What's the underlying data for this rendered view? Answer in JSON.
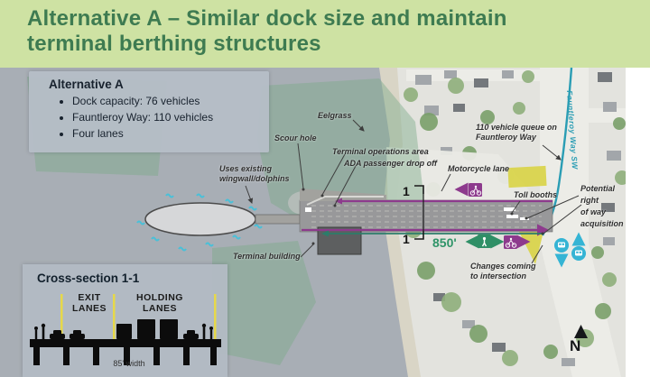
{
  "slide": {
    "title_line1": "Alternative A – Similar dock size and maintain",
    "title_line2": "terminal berthing structures"
  },
  "info_box": {
    "title": "Alternative A",
    "bullets": [
      "Dock capacity: 76 vehicles",
      "Fauntleroy Way: 110 vehicles",
      "Four lanes"
    ]
  },
  "map_labels": {
    "eelgrass": "Eelgrass",
    "scour_hole": "Scour hole",
    "terminal_operations": "Terminal operations area",
    "ada_dropoff": "ADA passenger drop off",
    "motorcycle_lane": "Motorcycle lane",
    "wingwall_1": "Uses existing",
    "wingwall_2": "wingwall/dolphins",
    "terminal_building": "Terminal building",
    "queue_1": "110 vehicle queue on",
    "queue_2": "Fauntleroy Way",
    "toll_booths": "Toll booths",
    "row_1": "Potential",
    "row_2": "right",
    "row_3": "of way",
    "row_4": "acquisition",
    "changes_1": "Changes coming",
    "changes_2": "to intersection",
    "dock_length": "850'",
    "street_name": "Fauntleroy Way SW",
    "section_marker_top": "1",
    "section_marker_bottom": "1",
    "compass_n": "N"
  },
  "cross_section": {
    "title": "Cross-section 1-1",
    "exit_1": "EXIT",
    "exit_2": "LANES",
    "holding_1": "HOLDING",
    "holding_2": "LANES",
    "width": "85' width"
  },
  "icons": {
    "pedestrian": "pedestrian-icon",
    "bicycle": "bicycle-icon",
    "motorcycle": "motorcycle-icon",
    "transit_bus": "bus-icon",
    "north_arrow": "north-arrow-icon",
    "dolphin_marks": "dolphin-marker-icon"
  },
  "colors": {
    "header_bg": "#cee2a3",
    "header_text": "#3e7b51",
    "water": "#a8aeb5",
    "land": "#e3e3de",
    "eelgrass": "#7dab8a",
    "queue_yellow": "#d8d23c",
    "accent_purple": "#8d3a8d",
    "accent_green": "#2f8f66",
    "street_teal": "#2a9db4",
    "transit_blue": "#35b4d4"
  }
}
